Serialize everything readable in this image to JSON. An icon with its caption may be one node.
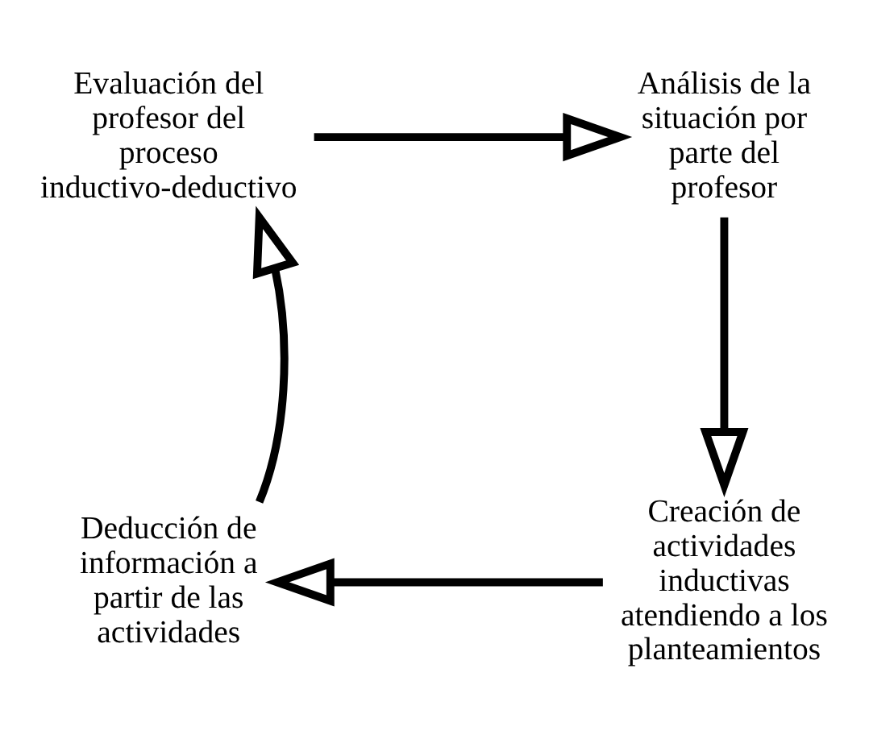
{
  "diagram": {
    "nodes": [
      {
        "text": [
          "Evaluación del profesor del proceso inductivo-deductivo"
        ]
      },
      {
        "text": [
          "Análisis de la situación por parte del profesor"
        ]
      },
      {
        "text": [
          "Creación de actividades inductivas atendiendo a los planteamientos"
        ]
      },
      {
        "text": [
          "Deducción de información a partir de las actividades"
        ]
      }
    ],
    "edges": [
      {
        "from": 0,
        "to": 1,
        "arrow": "to"
      },
      {
        "from": 1,
        "to": 2,
        "arrow": "to"
      },
      {
        "from": 2,
        "to": 3,
        "arrow": "to"
      },
      {
        "from": 3,
        "to": 0,
        "arrow": "to"
      }
    ]
  }
}
